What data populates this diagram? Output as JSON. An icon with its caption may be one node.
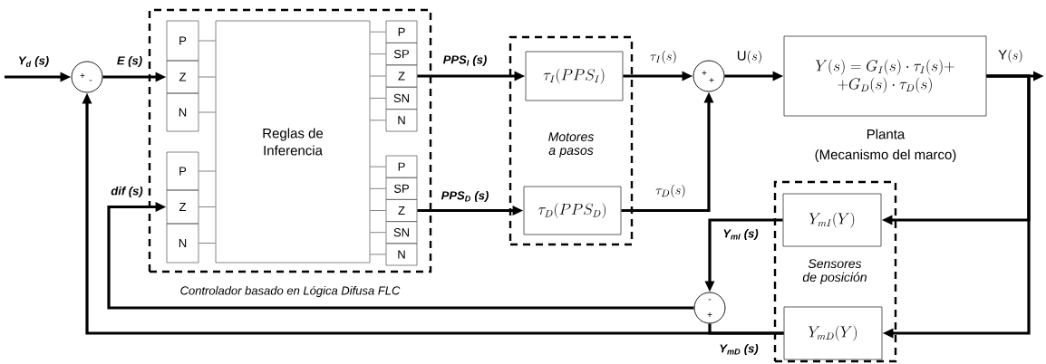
{
  "diagram": {
    "nodes": [
      {
        "text": [
          "Controlador basado en Lógica Difusa FLC"
        ]
      },
      {
        "text": [
          "P"
        ],
        "in": 0
      },
      {
        "text": [
          "Z"
        ],
        "in": 0
      },
      {
        "text": [
          "N"
        ],
        "in": 0
      },
      {
        "text": [
          "P"
        ],
        "in": 0
      },
      {
        "text": [
          "Z"
        ],
        "in": 0
      },
      {
        "text": [
          "N"
        ],
        "in": 0
      },
      {
        "text": [
          "Reglas de Inferencia"
        ],
        "in": 0
      },
      {
        "text": [
          "P"
        ],
        "in": 0
      },
      {
        "text": [
          "SP"
        ],
        "in": 0
      },
      {
        "text": [
          "Z"
        ],
        "in": 0
      },
      {
        "text": [
          "SN"
        ],
        "in": 0
      },
      {
        "text": [
          "N"
        ],
        "in": 0
      },
      {
        "text": [
          "P"
        ],
        "in": 0
      },
      {
        "text": [
          "SP"
        ],
        "in": 0
      },
      {
        "text": [
          "Z"
        ],
        "in": 0
      },
      {
        "text": [
          "SN"
        ],
        "in": 0
      },
      {
        "text": [
          "N"
        ],
        "in": 0
      },
      {
        "text": [
          "+",
          "-"
        ]
      },
      {
        "text": [
          "Motores a pasos"
        ]
      },
      {
        "text": [
          "\\tau_I(PPS_I)"
        ],
        "in": 19
      },
      {
        "text": [
          "\\tau_D(PPS_D)"
        ],
        "in": 19
      },
      {
        "text": [
          "+",
          "+"
        ]
      },
      {
        "text": [
          "Y(s) = G_I(s)\\cdot\\tau_I(s) +",
          "+G_D(s)\\cdot\\tau_D(s)"
        ],
        "beside": [
          "Planta",
          "(Mecanismo del marco)"
        ]
      },
      {
        "text": [
          "Sensores de posición"
        ]
      },
      {
        "text": [
          "Y_{mI}(Y)"
        ],
        "in": 24
      },
      {
        "text": [
          "Y_{mD}(Y)"
        ],
        "in": 24
      },
      {
        "text": [
          "-",
          "+"
        ]
      }
    ],
    "edges": [
      {
        "from": null,
        "to": 18,
        "arrow": "to",
        "label": "Y$_{d}$ (s)",
        "style": "thick",
        "color": "#000000"
      },
      {
        "from": 18,
        "to": 2,
        "arrow": "to",
        "label": "E (s)",
        "style": "thick",
        "color": "#000000"
      },
      {
        "from": 27,
        "to": 5,
        "arrow": "to",
        "label": "dif (s)",
        "style": "thick",
        "color": "#000000"
      },
      {
        "from": 10,
        "to": 20,
        "arrow": "to",
        "label": "PPS$_{I}$ (s)",
        "style": "thick",
        "color": "#000000"
      },
      {
        "from": 15,
        "to": 21,
        "arrow": "to",
        "label": "PPS$_{D}$ (s)",
        "style": "thick",
        "color": "#000000"
      },
      {
        "from": 20,
        "to": 22,
        "arrow": "to",
        "label": "\\tau_I(s)",
        "style": "thick",
        "color": "#000000"
      },
      {
        "from": 21,
        "to": 22,
        "arrow": "to",
        "label": "\\tau_D(s)",
        "style": "thick",
        "color": "#000000"
      },
      {
        "from": 22,
        "to": 23,
        "arrow": "to",
        "label": "\\mathrm{U}(s)",
        "style": "thick",
        "color": "#000000"
      },
      {
        "from": 23,
        "to": null,
        "arrow": "to",
        "label": "\\mathrm{Y}(s)",
        "style": "thick",
        "color": "#000000"
      },
      {
        "from": 23,
        "to": 25,
        "arrow": "to",
        "style": "thick",
        "color": "#000000"
      },
      {
        "from": 23,
        "to": 26,
        "arrow": "to",
        "style": "thick",
        "color": "#000000"
      },
      {
        "from": 25,
        "to": 27,
        "arrow": "to",
        "label": "Y$_{mI}$ (s)",
        "style": "thick",
        "color": "#000000"
      },
      {
        "from": 26,
        "to": 27,
        "arrow": "none",
        "style": "thick",
        "color": "#000000"
      },
      {
        "from": 26,
        "to": 18,
        "arrow": "to",
        "label": "Y$_{mD}$ (s)",
        "style": "thick",
        "color": "#000000"
      },
      {
        "from": 1,
        "to": 7,
        "arrow": "none"
      },
      {
        "from": 2,
        "to": 7,
        "arrow": "none"
      },
      {
        "from": 3,
        "to": 7,
        "arrow": "none"
      },
      {
        "from": 4,
        "to": 7,
        "arrow": "none"
      },
      {
        "from": 5,
        "to": 7,
        "arrow": "none"
      },
      {
        "from": 6,
        "to": 7,
        "arrow": "none"
      },
      {
        "from": 7,
        "to": 8,
        "arrow": "none"
      },
      {
        "from": 7,
        "to": 9,
        "arrow": "none"
      },
      {
        "from": 7,
        "to": 10,
        "arrow": "none"
      },
      {
        "from": 7,
        "to": 11,
        "arrow": "none"
      },
      {
        "from": 7,
        "to": 12,
        "arrow": "none"
      },
      {
        "from": 7,
        "to": 13,
        "arrow": "none"
      },
      {
        "from": 7,
        "to": 14,
        "arrow": "none"
      },
      {
        "from": 7,
        "to": 15,
        "arrow": "none"
      },
      {
        "from": 7,
        "to": 16,
        "arrow": "none"
      },
      {
        "from": 7,
        "to": 17,
        "arrow": "none"
      }
    ]
  }
}
